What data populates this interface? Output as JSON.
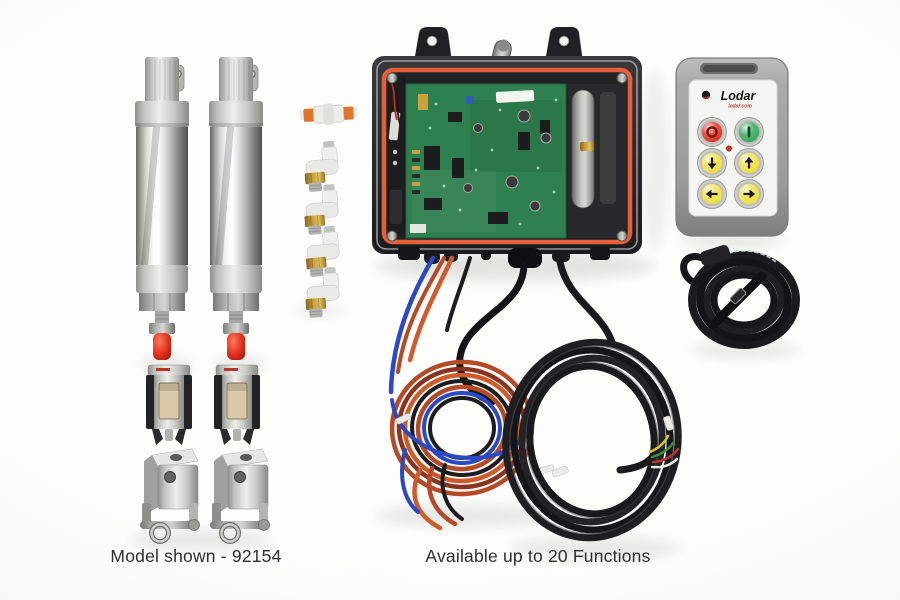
{
  "scene": {
    "type": "product-photo",
    "background_color": "#f6f6f4",
    "caption_left": "Model shown - 92154",
    "caption_right": "Available up to 20 Functions",
    "caption_color": "#2e2e2e"
  },
  "remote": {
    "brand": "Lodar",
    "website": "lodar.com",
    "body_color": "#a8a8a6",
    "face_color": "#f5f5f3",
    "led_color": "#e0301e",
    "buttons": [
      {
        "id": "stop",
        "color": "#d8291a",
        "icon": "circle-outline"
      },
      {
        "id": "start",
        "color": "#2aa44f",
        "icon": "vertical-bar"
      },
      {
        "id": "down",
        "color": "#f0dd38",
        "icon": "arrow-down"
      },
      {
        "id": "up",
        "color": "#f0dd38",
        "icon": "arrow-up"
      },
      {
        "id": "left",
        "color": "#f0dd38",
        "icon": "arrow-left"
      },
      {
        "id": "right",
        "color": "#f0dd38",
        "icon": "arrow-right"
      }
    ]
  },
  "control_box": {
    "enclosure_color": "#2b2b2d",
    "gasket_color": "#e4603a",
    "pcb_color": "#2e8050"
  },
  "kit_components": {
    "air_cylinders": 2,
    "straight_fittings": 1,
    "elbow_fittings": 4,
    "latch_brackets": 2,
    "clevis_brackets": 2,
    "tubing_coils": 1,
    "cable_coils": 1,
    "lanyards": 1
  },
  "palette": {
    "tubing_orange": "#cf5a2a",
    "tubing_blue": "#2b49c4",
    "cable_black": "#1d1d1f",
    "cylinder_tip_red": "#d8291a",
    "brass_fitting": "#c09a3a",
    "collet_orange": "#e0762e"
  }
}
